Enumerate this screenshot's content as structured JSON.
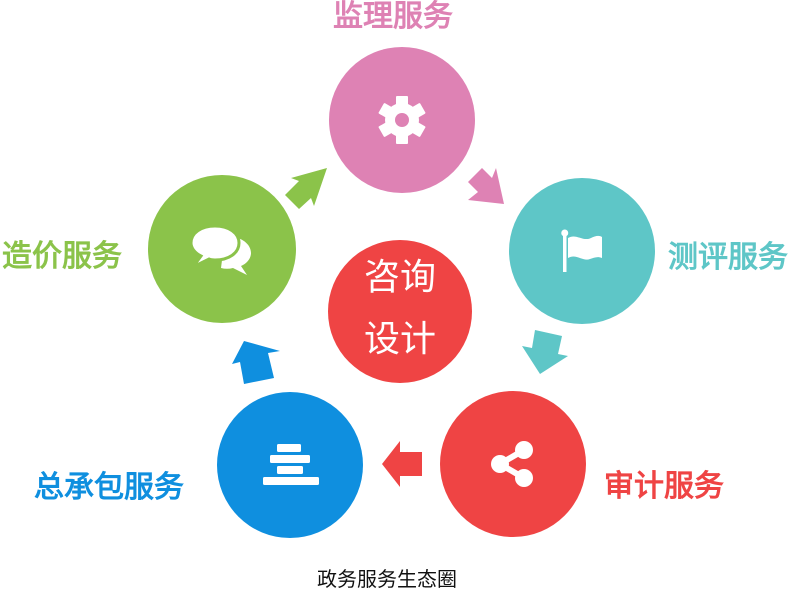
{
  "diagram": {
    "caption": "政务服务生态圈",
    "center": {
      "line1": "咨询",
      "line2": "设计",
      "color": "#ef4444"
    },
    "nodes": [
      {
        "id": "supervision",
        "label": "监理服务",
        "icon": "gear-icon",
        "color": "#de82b4"
      },
      {
        "id": "evaluation",
        "label": "测评服务",
        "icon": "flag-icon",
        "color": "#5ec6c7"
      },
      {
        "id": "audit",
        "label": "审计服务",
        "icon": "share-icon",
        "color": "#ef4444"
      },
      {
        "id": "epc",
        "label": "总承包服务",
        "icon": "stack-icon",
        "color": "#0f8fdf"
      },
      {
        "id": "costing",
        "label": "造价服务",
        "icon": "chat-bubbles-icon",
        "color": "#8bc34a"
      }
    ],
    "flow": [
      {
        "from": "costing",
        "to": "supervision",
        "direction": "up-right",
        "color": "#8bc34a"
      },
      {
        "from": "supervision",
        "to": "evaluation",
        "direction": "down-right",
        "color": "#de82b4"
      },
      {
        "from": "evaluation",
        "to": "audit",
        "direction": "down",
        "color": "#5ec6c7"
      },
      {
        "from": "audit",
        "to": "epc",
        "direction": "left",
        "color": "#ef4444"
      },
      {
        "from": "epc",
        "to": "costing",
        "direction": "up",
        "color": "#0f8fdf"
      }
    ]
  }
}
